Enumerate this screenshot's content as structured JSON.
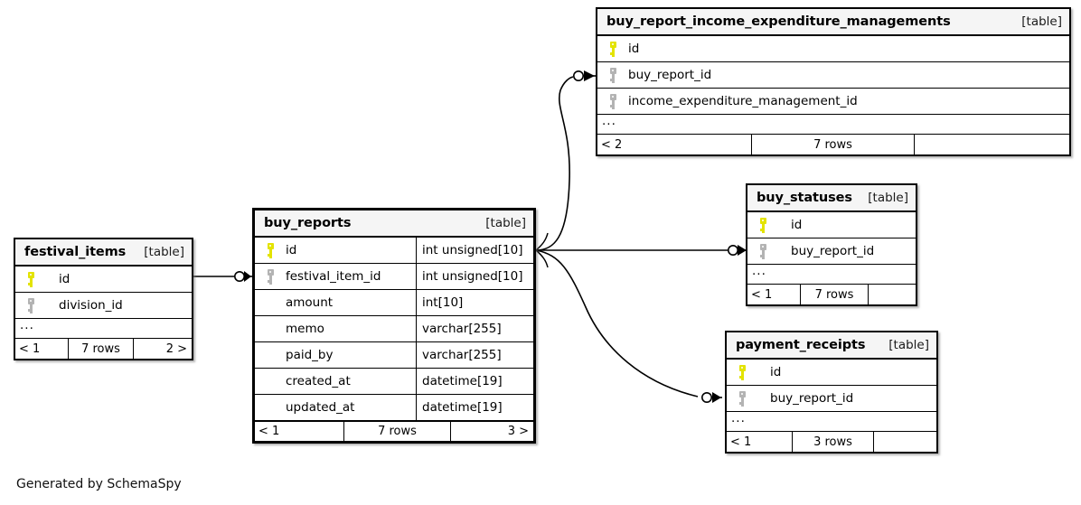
{
  "diagram": {
    "kind_tag": "[table]",
    "ellipsis": "...",
    "credit": "Generated by SchemaSpy",
    "colors": {
      "primary_key": "#e3e300",
      "foreign_key": "#b3b3b3",
      "header_bg": "#f5f5f5",
      "border": "#000000",
      "background": "#ffffff"
    }
  },
  "tables": {
    "buy_report_income_expenditure_managements": {
      "name": "buy_report_income_expenditure_managements",
      "kind": "[table]",
      "columns": [
        {
          "key": "pk",
          "name": "id",
          "type": ""
        },
        {
          "key": "fk",
          "name": "buy_report_id",
          "type": ""
        },
        {
          "key": "fk",
          "name": "income_expenditure_management_id",
          "type": ""
        }
      ],
      "has_ellipsis": true,
      "footer": {
        "left": "< 2",
        "center": "7 rows",
        "right": ""
      }
    },
    "buy_reports": {
      "name": "buy_reports",
      "kind": "[table]",
      "columns": [
        {
          "key": "pk",
          "name": "id",
          "type": "int unsigned[10]"
        },
        {
          "key": "fk",
          "name": "festival_item_id",
          "type": "int unsigned[10]"
        },
        {
          "key": "none",
          "name": "amount",
          "type": "int[10]"
        },
        {
          "key": "none",
          "name": "memo",
          "type": "varchar[255]"
        },
        {
          "key": "none",
          "name": "paid_by",
          "type": "varchar[255]"
        },
        {
          "key": "none",
          "name": "created_at",
          "type": "datetime[19]"
        },
        {
          "key": "none",
          "name": "updated_at",
          "type": "datetime[19]"
        }
      ],
      "has_ellipsis": false,
      "footer": {
        "left": "< 1",
        "center": "7 rows",
        "right": "3 >"
      }
    },
    "festival_items": {
      "name": "festival_items",
      "kind": "[table]",
      "columns": [
        {
          "key": "pk",
          "name": "id",
          "type": ""
        },
        {
          "key": "fk",
          "name": "division_id",
          "type": ""
        }
      ],
      "has_ellipsis": true,
      "footer": {
        "left": "< 1",
        "center": "7 rows",
        "right": "2 >"
      }
    },
    "buy_statuses": {
      "name": "buy_statuses",
      "kind": "[table]",
      "columns": [
        {
          "key": "pk",
          "name": "id",
          "type": ""
        },
        {
          "key": "fk",
          "name": "buy_report_id",
          "type": ""
        }
      ],
      "has_ellipsis": true,
      "footer": {
        "left": "< 1",
        "center": "7 rows",
        "right": ""
      }
    },
    "payment_receipts": {
      "name": "payment_receipts",
      "kind": "[table]",
      "columns": [
        {
          "key": "pk",
          "name": "id",
          "type": ""
        },
        {
          "key": "fk",
          "name": "buy_report_id",
          "type": ""
        }
      ],
      "has_ellipsis": true,
      "footer": {
        "left": "< 1",
        "center": "3 rows",
        "right": ""
      }
    }
  },
  "relationships": [
    {
      "from": "festival_items.id",
      "to": "buy_reports.festival_item_id"
    },
    {
      "from": "buy_reports.id",
      "to": "buy_report_income_expenditure_managements.buy_report_id"
    },
    {
      "from": "buy_reports.id",
      "to": "buy_statuses.buy_report_id"
    },
    {
      "from": "buy_reports.id",
      "to": "payment_receipts.buy_report_id"
    }
  ]
}
